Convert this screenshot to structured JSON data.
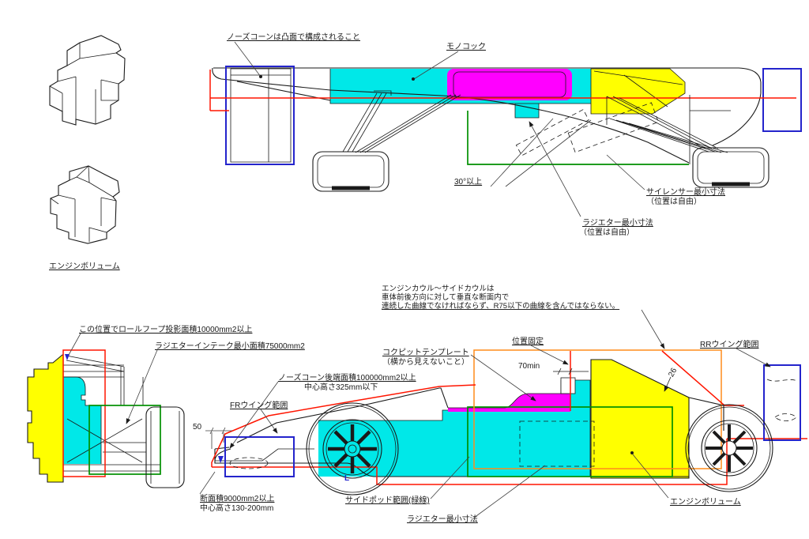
{
  "colors": {
    "cyan": "#00e8e8",
    "magenta": "#ff00ff",
    "yellow": "#ffff00",
    "red": "#ff1500",
    "green": "#008f00",
    "blue": "#2424cc",
    "orange": "#ff8c1a",
    "line": "#1a1a1a",
    "leader": "#404040"
  },
  "labels": {
    "nose_convex": "ノーズコーンは凸面で構成されること",
    "monocoque": "モノコック",
    "angle_min": "30°以上",
    "silencer_min": "サイレンサー最小寸法",
    "silencer_free": "（位置は自由）",
    "radiator_min": "ラジエター最小寸法",
    "radiator_free": "（位置は自由）",
    "engine_volume": "エンジンボリューム",
    "rollhoop_area": "この位置でロールフープ投影面積10000mm2以上",
    "radiator_intake": "ラジエターインテーク最小面積75000mm2",
    "cowl_rule_1": "エンジンカウル～サイドカウルは",
    "cowl_rule_2": "車体前後方向に対して垂直な断面内で",
    "cowl_rule_3": "連続した曲線でなければならず、R75以下の曲線を含んではならない。",
    "cockpit_template": "コクピットテンプレート",
    "cockpit_note": "（横から見えないこと）",
    "position_fixed": "位置固定",
    "dim_70min": "70min",
    "rr_wing_range": "RRウイング範囲",
    "dim_26": "26",
    "nose_rear_area": "ノーズコーン後端面積100000mm2以上",
    "nose_rear_height": "中心高さ325mm以下",
    "fr_wing_range": "FRウイング範囲",
    "dim_50": "50",
    "section_area": "断面積9000mm2以上",
    "section_height": "中心高さ130-200mm",
    "sidepod_range": "サイドポッド範囲(緑線)",
    "radiator_min_side": "ラジエター最小寸法",
    "engine_volume_side": "エンジンボリューム",
    "wheel_mark": "L"
  }
}
